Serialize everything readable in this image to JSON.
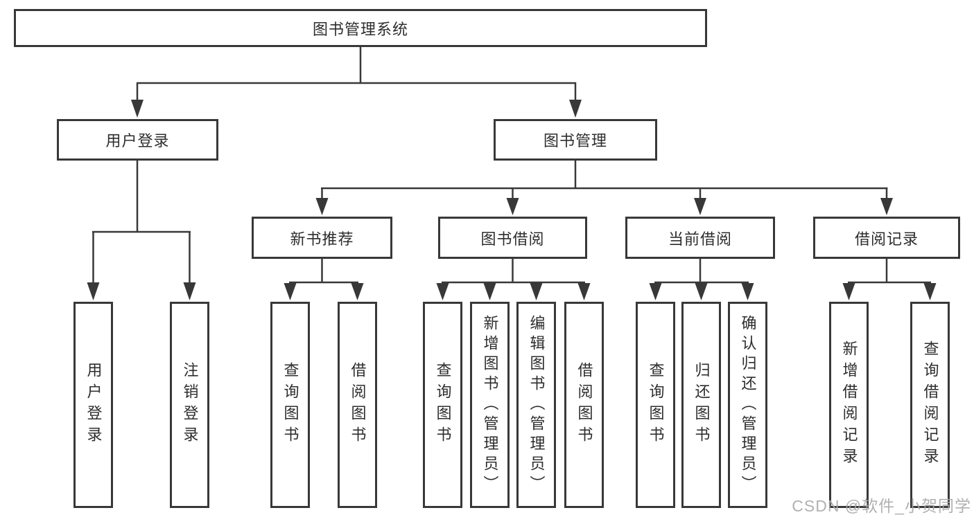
{
  "diagram": {
    "root": "图书管理系统",
    "branches": [
      {
        "label": "用户登录",
        "children": [
          "用户登录",
          "注销登录"
        ]
      },
      {
        "label": "图书管理",
        "groups": [
          {
            "label": "新书推荐",
            "children": [
              "查询图书",
              "借阅图书"
            ]
          },
          {
            "label": "图书借阅",
            "children": [
              "查询图书",
              "新增图书（管理员）",
              "编辑图书（管理员）",
              "借阅图书"
            ]
          },
          {
            "label": "当前借阅",
            "children": [
              "查询图书",
              "归还图书",
              "确认归还（管理员）"
            ]
          },
          {
            "label": "借阅记录",
            "children": [
              "新增借阅记录",
              "查询借阅记录"
            ]
          }
        ]
      }
    ]
  },
  "watermark": "CSDN @软件_小贺同学",
  "colors": {
    "line": "#383838",
    "text": "#2d2d2d",
    "background": "#ffffff",
    "watermark": "#a8a8a8"
  }
}
